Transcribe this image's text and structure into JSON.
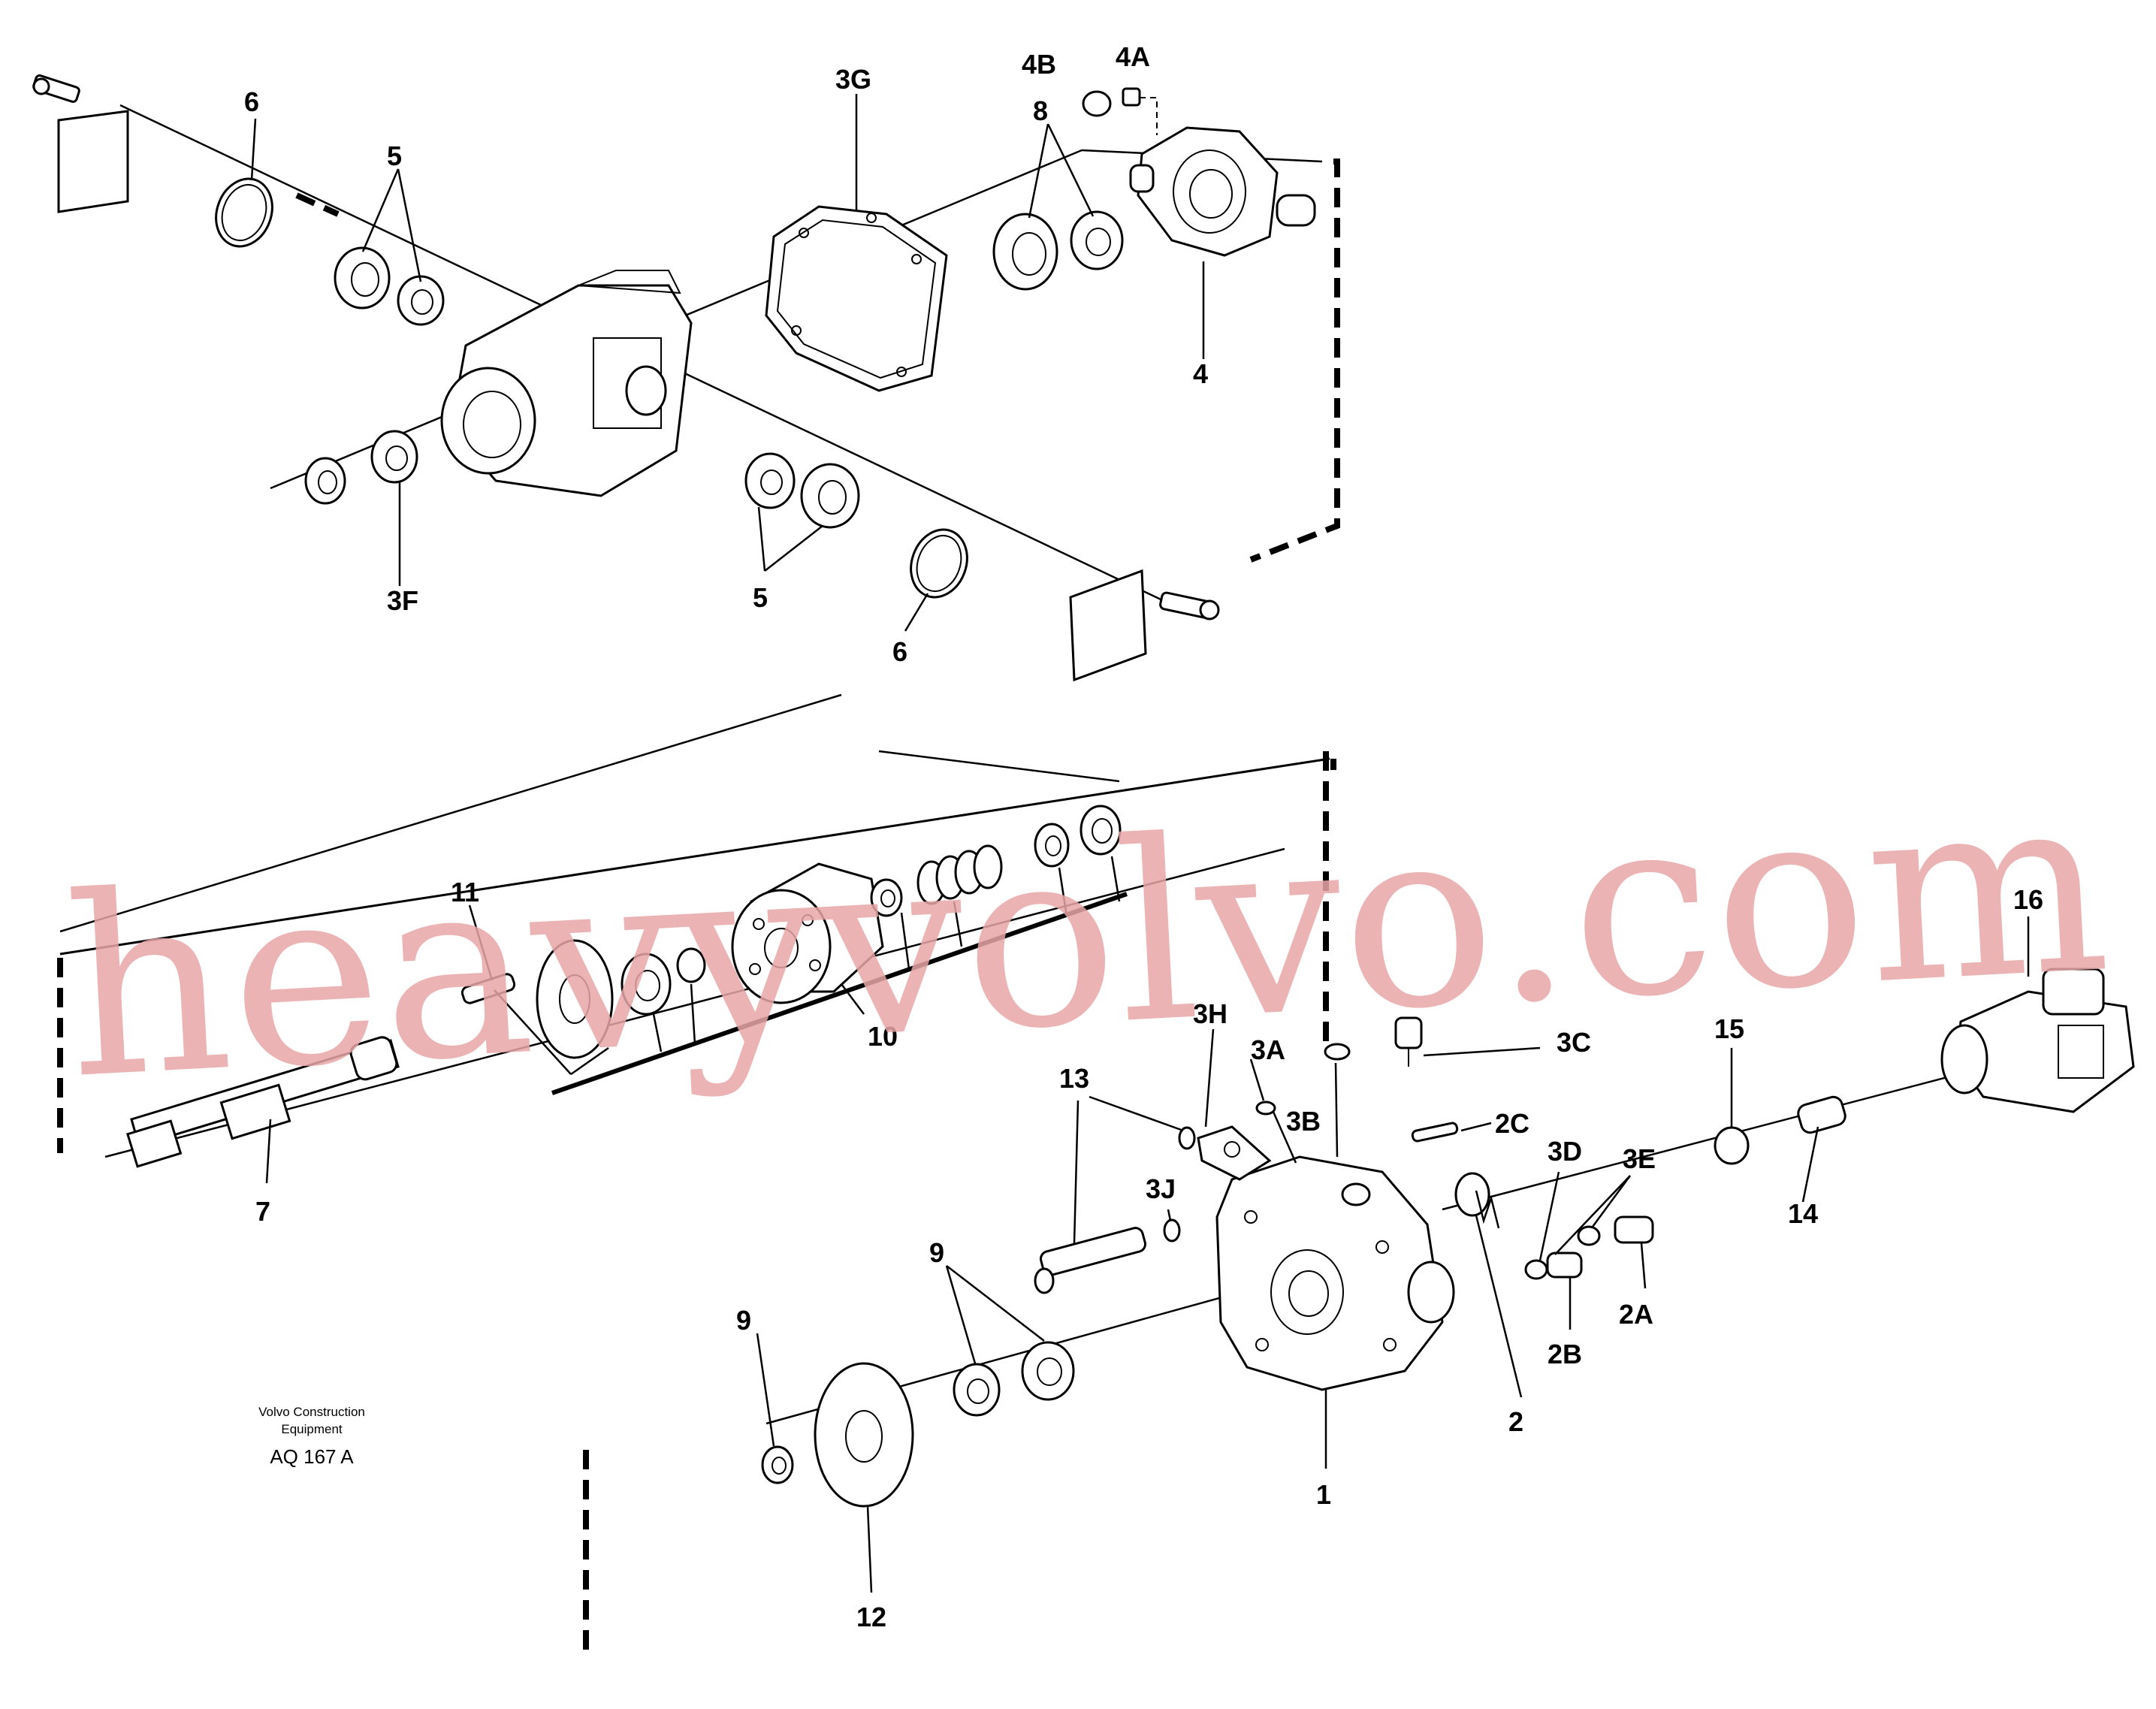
{
  "labels": {
    "l6a": "6",
    "l5a": "5",
    "l3g": "3G",
    "l4b": "4B",
    "l4a": "4A",
    "l8": "8",
    "l4": "4",
    "l3f": "3F",
    "l5b": "5",
    "l6b": "6",
    "l11": "11",
    "l10": "10",
    "l7": "7",
    "l3h": "3H",
    "l3a": "3A",
    "l3b": "3B",
    "l3c": "3C",
    "l2c": "2C",
    "l13": "13",
    "l3j": "3J",
    "l3d": "3D",
    "l3e": "3E",
    "l15": "15",
    "l16": "16",
    "l14": "14",
    "l2a": "2A",
    "l2b": "2B",
    "l9a": "9",
    "l9b": "9",
    "l2": "2",
    "l1": "1",
    "l12": "12"
  },
  "footer": {
    "company_line1": "Volvo Construction",
    "company_line2": "Equipment",
    "code": "AQ 167 A"
  },
  "watermark": "heavyvolvo.com"
}
